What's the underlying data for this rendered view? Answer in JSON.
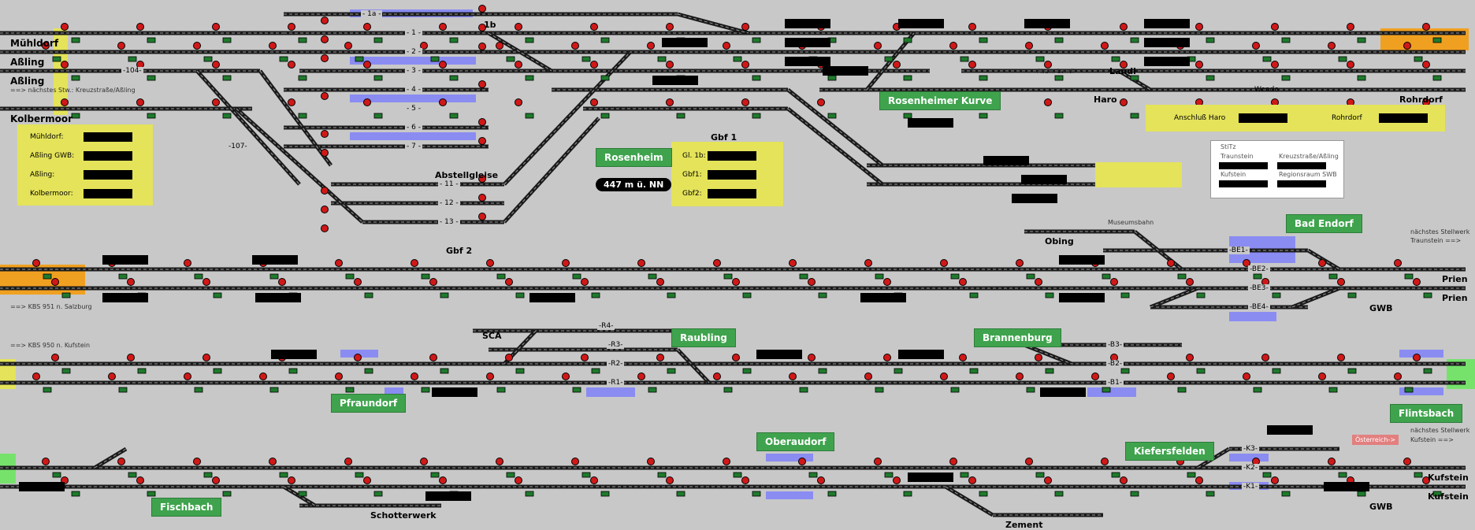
{
  "colors": {
    "background": "#c8c8c8",
    "track": "#1a1a1a",
    "track_inner": "#9a9a9a",
    "signal_red": "#d01818",
    "signal_green": "#1e7a2c",
    "occupied_blue": "#8a8cf2",
    "station_green": "#3fa34d",
    "panel_yellow": "#e4e35a",
    "boundary_orange": "#f0a020",
    "boundary_green": "#76e26c",
    "austria_red": "#e37f7f",
    "display_black": "#000000"
  },
  "stations": {
    "muehldorf": "Mühldorf",
    "assling_top": "Aßling",
    "assling": "Aßling",
    "kolbermoor": "Kolbermoor",
    "rosenheim": "Rosenheim",
    "rosenheimer_kurve": "Rosenheimer Kurve",
    "abstellgleise": "Abstellgleise",
    "gbf1": "Gbf 1",
    "gbf2": "Gbf 2",
    "haro": "Haro",
    "landl": "Landl",
    "wende": "Wende",
    "rohrdorf": "Rohrdorf",
    "obing": "Obing",
    "bad_endorf": "Bad Endorf",
    "prien_1": "Prien",
    "prien_2": "Prien",
    "gwb_1": "GWB",
    "sca": "SCA",
    "raubling": "Raubling",
    "brannenburg": "Brannenburg",
    "pfraundorf": "Pfraundorf",
    "flintsbach": "Flintsbach",
    "oberaudorf": "Oberaudorf",
    "kiefersfelden": "Kiefersfelden",
    "fischbach": "Fischbach",
    "schotterwerk": "Schotterwerk",
    "zement": "Zement",
    "kufstein_1": "Kufstein",
    "kufstein_2": "Kufstein",
    "gwb_2": "GWB",
    "one_b": "1b",
    "abzw_landl": "Abzw. Landl",
    "museumsbahn": "Museumsbahn"
  },
  "notes": {
    "next_stw_kreuz": "==> nächstes Stw.: Kreuzstraße/Aßling",
    "kbs_salzburg": "==> KBS 951 n. Salzburg",
    "kbs_kufstein": "==> KBS 950 n. Kufstein",
    "next_stw_traunstein_1": "nächstes Stellwerk",
    "next_stw_traunstein_2": "Traunstein ==>",
    "next_stw_kufstein_1": "nächstes Stellwerk",
    "next_stw_kufstein_2": "Kufstein ==>",
    "austria": "Österreich->",
    "elevation": "447 m ü. NN"
  },
  "panels": {
    "left": [
      {
        "label": "Mühldorf:"
      },
      {
        "label": "Aßling GWB:"
      },
      {
        "label": "Aßling:"
      },
      {
        "label": "Kolbermoor:"
      }
    ],
    "mid": [
      {
        "label": "Gl. 1b:"
      },
      {
        "label": "Gbf1:"
      },
      {
        "label": "Gbf2:"
      }
    ],
    "right_anschluss": "Anschluß Haro",
    "right_rohrdorf": "Rohrdorf"
  },
  "legend": {
    "title": "StiTz",
    "traunstein": "Traunstein",
    "kreuzstrasse": "Kreuzstraße/Aßling",
    "kufstein": "Kufstein",
    "regionsraum": "Regionsraum SWB"
  },
  "tracks": {
    "t1a": "- 1a -",
    "t1": "- 1 -",
    "t2": "- 2 -",
    "t3": "- 3 -",
    "t4": "- 4 -",
    "t5": "- 5 -",
    "t6": "- 6 -",
    "t7": "- 7 -",
    "t11": "- 11 -",
    "t12": "- 12 -",
    "t13": "- 13 -",
    "t104": "-104-",
    "t107": "-107-",
    "be1": "-BE1-",
    "be2": "-BE2-",
    "be3": "-BE3-",
    "be4": "-BE4-",
    "r4": "-R4-",
    "r3": "-R3-",
    "r2": "-R2-",
    "r1": "-R1-",
    "b3": "-B3-",
    "b2": "-B2-",
    "b1": "-B1-",
    "k3": "-K3-",
    "k2": "-K2-",
    "k1": "-K1-"
  }
}
